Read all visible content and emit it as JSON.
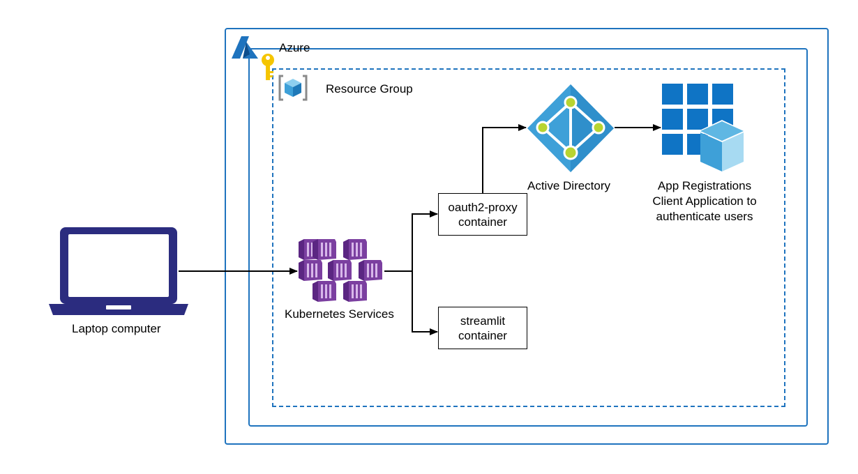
{
  "diagram": {
    "azure_label": "Azure",
    "resource_group_label": "Resource Group",
    "laptop_label": "Laptop computer",
    "kubernetes_label": "Kubernetes Services",
    "oauth_box": {
      "line1": "oauth2-proxy",
      "line2": "container"
    },
    "streamlit_box": {
      "line1": "streamlit",
      "line2": "container"
    },
    "active_directory_label": "Active Directory",
    "app_registrations": {
      "line1": "App Registrations",
      "line2": "Client Application to",
      "line3": "authenticate users"
    }
  },
  "colors": {
    "azure_blue": "#1e73be",
    "laptop_navy": "#2b2c7f",
    "kubernetes_purple": "#7b3fa0",
    "ad_blue": "#3ea0d8",
    "ad_node_green": "#b8d431",
    "app_reg_blue": "#0f74c5",
    "key_yellow": "#f5c500"
  },
  "icons": [
    "azure-logo-icon",
    "key-icon",
    "resource-group-icon",
    "laptop-icon",
    "kubernetes-icon",
    "active-directory-icon",
    "app-registrations-icon"
  ]
}
